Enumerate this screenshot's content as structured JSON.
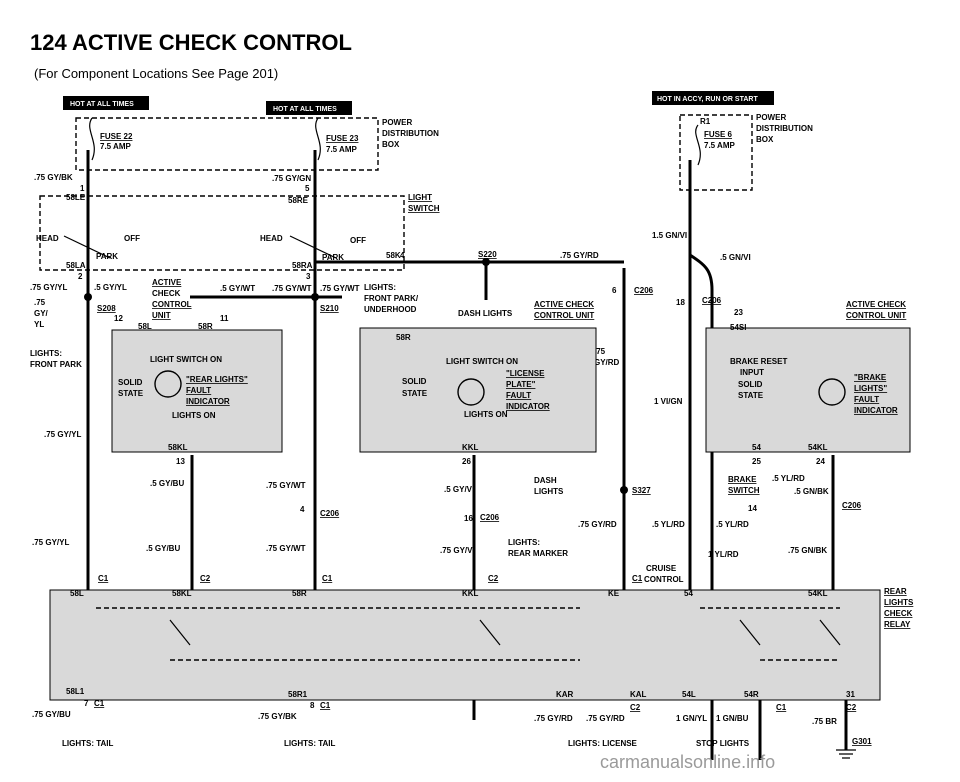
{
  "page": {
    "title": "124  ACTIVE CHECK CONTROL",
    "subtitle": "(For Component Locations See Page 201)",
    "watermark": "carmanualsonline.info"
  },
  "headers": {
    "hot_all_1": "HOT AT ALL TIMES",
    "hot_all_2": "HOT AT ALL TIMES",
    "hot_accy": "HOT IN ACCY, RUN OR START"
  },
  "power_distribution": {
    "label_1": "POWER",
    "label_2": "DISTRIBUTION",
    "label_3": "BOX",
    "fuse22": "FUSE 22",
    "fuse22_amp": "7.5 AMP",
    "fuse23": "FUSE 23",
    "fuse23_amp": "7.5 AMP",
    "fuse6": "FUSE 6",
    "fuse6_amp": "7.5 AMP",
    "r1": "R1",
    "right_label_1": "POWER",
    "right_label_2": "DISTRIBUTION",
    "right_label_3": "BOX"
  },
  "light_switch": {
    "label_1": "LIGHT",
    "label_2": "SWITCH",
    "head_left": "HEAD",
    "off_left": "OFF",
    "park_left": "PARK",
    "head_right": "HEAD",
    "off_right": "OFF",
    "park_right": "PARK",
    "t58le": "58LE",
    "t58re": "58RE",
    "t58la": "58LA",
    "t58ra": "58RA",
    "t58k": "58K",
    "pin4": "4"
  },
  "wires": {
    "w1": ".75 GY/BK",
    "w2": ".75 GY/GN",
    "w3": ".75 GY/YL",
    "w4": ".5 GY/YL",
    "w5": ".75",
    "w5b": "GY/",
    "w5c": "YL",
    "w6": ".5 GY/WT",
    "w7": ".75 GY/WT",
    "w8": ".75 GY/WT",
    "w9": ".75 GY/RD",
    "w10": ".75 GY/YL",
    "w11": ".5 GY/BU",
    "w12": ".75 GY/WT",
    "w13": ".75 GY/YL",
    "w14": ".5 GY/BU",
    "w15": ".75 GY/WT",
    "w16": ".5 GY/VI",
    "w17": ".75 GY/RD",
    "w18": ".75 GY/VI",
    "w19": ".75",
    "w19b": "GY/RD",
    "w20": "1.5 GN/VI",
    "w21": ".5 GN/VI",
    "w22": "1 VI/GN",
    "w23": ".5 YL/RD",
    "w24": ".5 GN/BK",
    "w25": ".5 YL/RD",
    "w26": ".5 YL/RD",
    "w27": "1 YL/RD",
    "w28": ".75 GN/BK",
    "w29": ".75 GY/BU",
    "w30": ".75 GY/BK",
    "w31": ".75 GY/RD",
    "w32": ".75 GY/RD",
    "w33": "1 GN/YL",
    "w34": "1 GN/BU",
    "w35": ".75 BR"
  },
  "splices": {
    "s208": "S208",
    "s210": "S210",
    "s220": "S220",
    "s327": "S327"
  },
  "connectors": {
    "c206": "C206",
    "c1": "C1",
    "c2": "C2",
    "g301": "G301"
  },
  "pins": {
    "p1": "1",
    "p2": "2",
    "p3": "3",
    "p4": "4",
    "p5": "5",
    "p6": "6",
    "p7": "7",
    "p8": "8",
    "p11": "11",
    "p12": "12",
    "p13": "13",
    "p14": "14",
    "p16": "16",
    "p18": "18",
    "p23": "23",
    "p24": "24",
    "p25": "25",
    "p26": "26",
    "p31": "31"
  },
  "terminals": {
    "t58l": "58L",
    "t58r": "58R",
    "t58kl": "58KL",
    "t58l1": "58L1",
    "t58r1": "58R1",
    "tkkl": "KKL",
    "tke": "KE",
    "tkal": "KAL",
    "tkar": "KAR",
    "t54": "54",
    "t54kl": "54KL",
    "t54l": "54L",
    "t54r": "54R",
    "t54si": "54SI",
    "t58r_b": "58R"
  },
  "acc_unit_left": {
    "label_1": "ACTIVE",
    "label_2": "CHECK",
    "label_3": "CONTROL",
    "label_4": "UNIT",
    "switch_on": "LIGHT SWITCH ON",
    "solid": "SOLID",
    "state": "STATE",
    "fault_1": "\"REAR LIGHTS\"",
    "fault_2": "FAULT",
    "fault_3": "INDICATOR",
    "lights_on": "LIGHTS ON"
  },
  "acc_unit_mid": {
    "label_1": "ACTIVE CHECK",
    "label_2": "CONTROL UNIT",
    "switch_on": "LIGHT SWITCH ON",
    "solid": "SOLID",
    "state": "STATE",
    "fault_1": "\"LICENSE",
    "fault_2": "PLATE\"",
    "fault_3": "FAULT",
    "fault_4": "INDICATOR",
    "lights_on": "LIGHTS ON"
  },
  "acc_unit_right": {
    "label_1": "ACTIVE CHECK",
    "label_2": "CONTROL UNIT",
    "brake_reset": "BRAKE RESET",
    "input": "INPUT",
    "solid": "SOLID",
    "state": "STATE",
    "fault_1": "\"BRAKE",
    "fault_2": "LIGHTS\"",
    "fault_3": "FAULT",
    "fault_4": "INDICATOR"
  },
  "misc_labels": {
    "lights_front_park_1": "LIGHTS:",
    "lights_front_park_2": "FRONT PARK",
    "front_park_under_1": "LIGHTS:",
    "front_park_under_2": "FRONT PARK/",
    "front_park_under_3": "UNDERHOOD",
    "dash_lights": "DASH LIGHTS",
    "dash_lights_2a": "DASH",
    "dash_lights_2b": "LIGHTS",
    "rear_marker_1": "LIGHTS:",
    "rear_marker_2": "REAR MARKER",
    "cruise_1": "CRUISE",
    "cruise_2": "CONTROL",
    "brake_switch_1": "BRAKE",
    "brake_switch_2": "SWITCH",
    "rear_relay_1": "REAR",
    "rear_relay_2": "LIGHTS",
    "rear_relay_3": "CHECK",
    "rear_relay_4": "RELAY",
    "lights_tail_1": "LIGHTS: TAIL",
    "lights_tail_2": "LIGHTS: TAIL",
    "lights_license": "LIGHTS: LICENSE",
    "stop_lights": "STOP LIGHTS"
  }
}
